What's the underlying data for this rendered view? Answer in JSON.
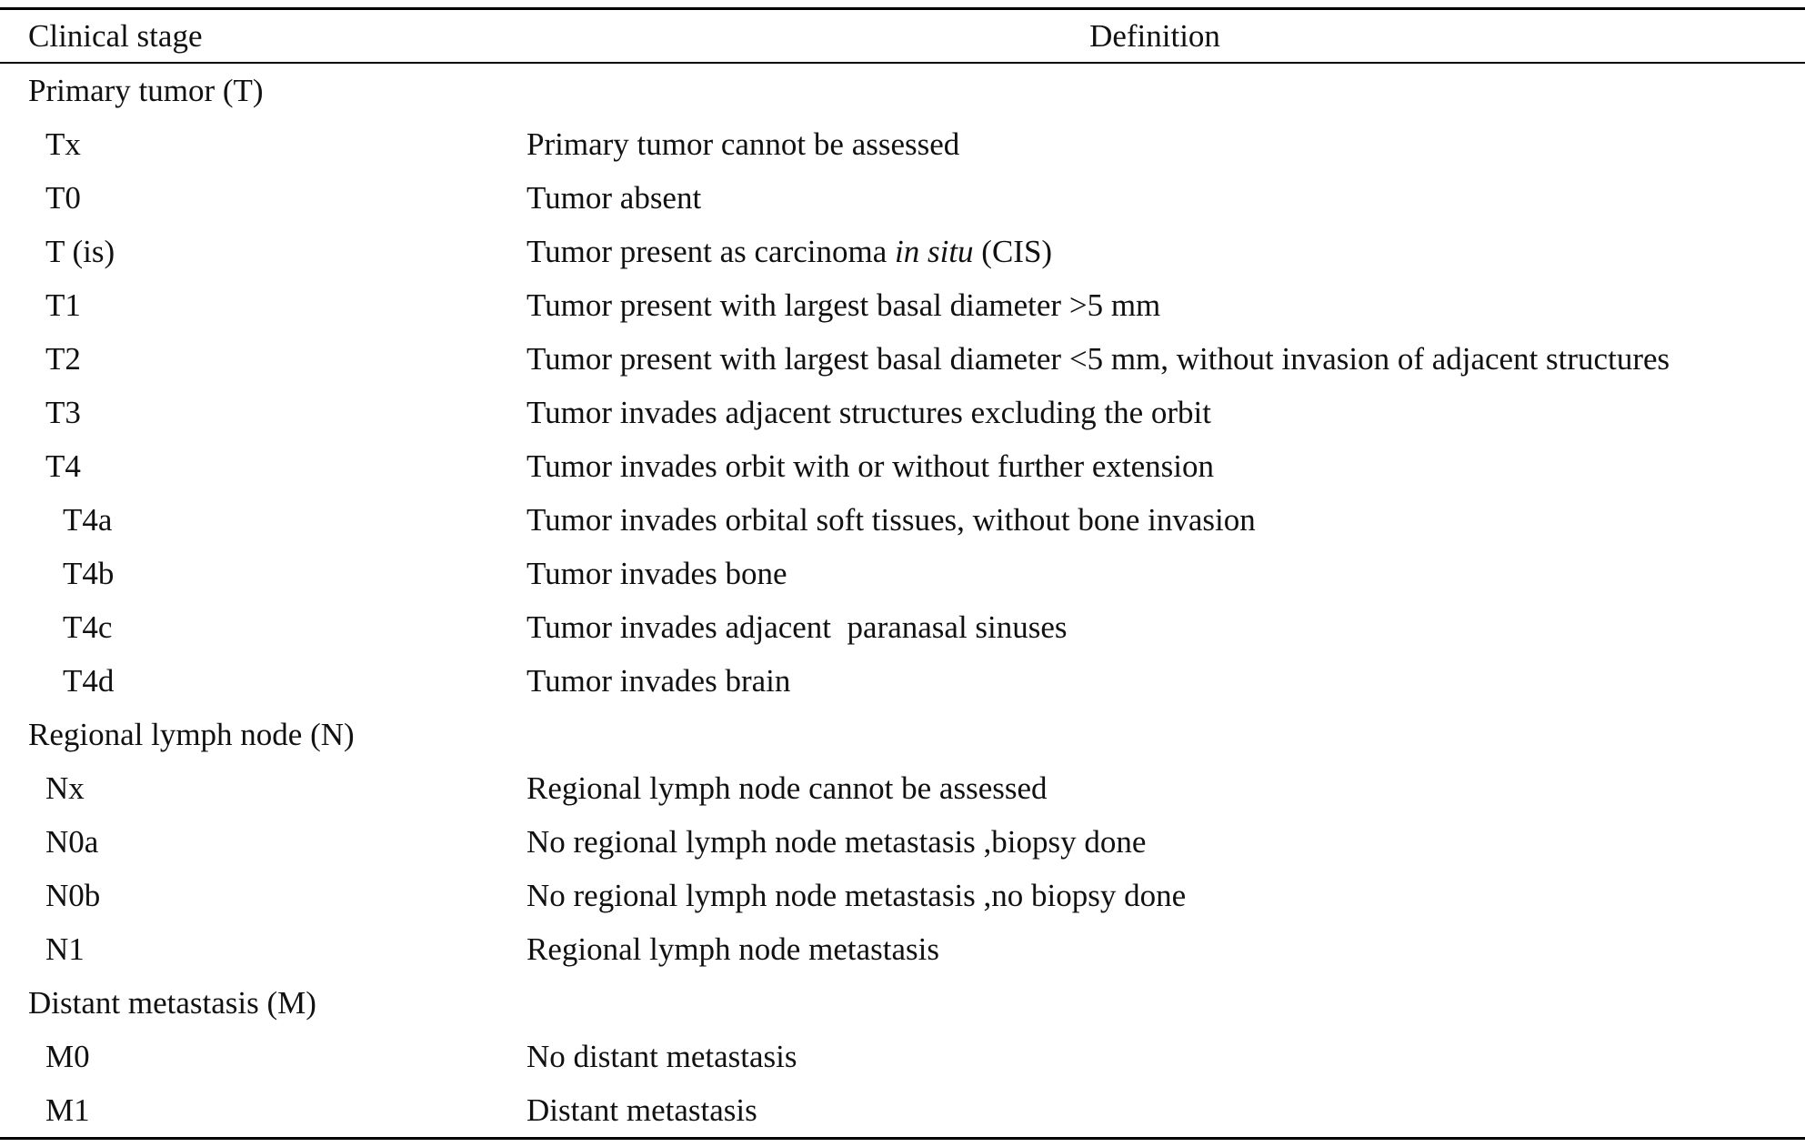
{
  "table": {
    "header": {
      "stage": "Clinical stage",
      "definition": "Definition"
    },
    "rows": [
      {
        "stage": "Primary tumor (T)",
        "definition": ""
      },
      {
        "stage": "Tx",
        "definition": "Primary tumor cannot be assessed"
      },
      {
        "stage": "T0",
        "definition": "Tumor absent"
      },
      {
        "stage": "T (is)",
        "definition_pre": "Tumor present as carcinoma ",
        "definition_italic": "in situ",
        "definition_post": " (CIS)"
      },
      {
        "stage": "T1",
        "definition": "Tumor present with largest basal diameter >5 mm"
      },
      {
        "stage": "T2",
        "definition": "Tumor present with largest basal diameter <5 mm, without invasion of adjacent structures"
      },
      {
        "stage": "T3",
        "definition": "Tumor invades adjacent structures excluding the orbit"
      },
      {
        "stage": "T4",
        "definition": "Tumor invades orbit with or without further extension"
      },
      {
        "stage": "T4a",
        "definition": "Tumor invades orbital soft tissues, without bone invasion"
      },
      {
        "stage": "T4b",
        "definition": "Tumor invades bone"
      },
      {
        "stage": "T4c",
        "definition": "Tumor invades adjacent  paranasal sinuses"
      },
      {
        "stage": "T4d",
        "definition": "Tumor invades brain"
      },
      {
        "stage": "Regional lymph node (N)",
        "definition": ""
      },
      {
        "stage": "Nx",
        "definition": "Regional lymph node cannot be assessed"
      },
      {
        "stage": "N0a",
        "definition": "No regional lymph node metastasis ,biopsy done"
      },
      {
        "stage": "N0b",
        "definition": "No regional lymph node metastasis ,no biopsy done"
      },
      {
        "stage": "N1",
        "definition": "Regional lymph node metastasis"
      },
      {
        "stage": "Distant metastasis (M)",
        "definition": ""
      },
      {
        "stage": "M0",
        "definition": "No distant metastasis"
      },
      {
        "stage": "M1",
        "definition": "Distant metastasis"
      }
    ]
  }
}
